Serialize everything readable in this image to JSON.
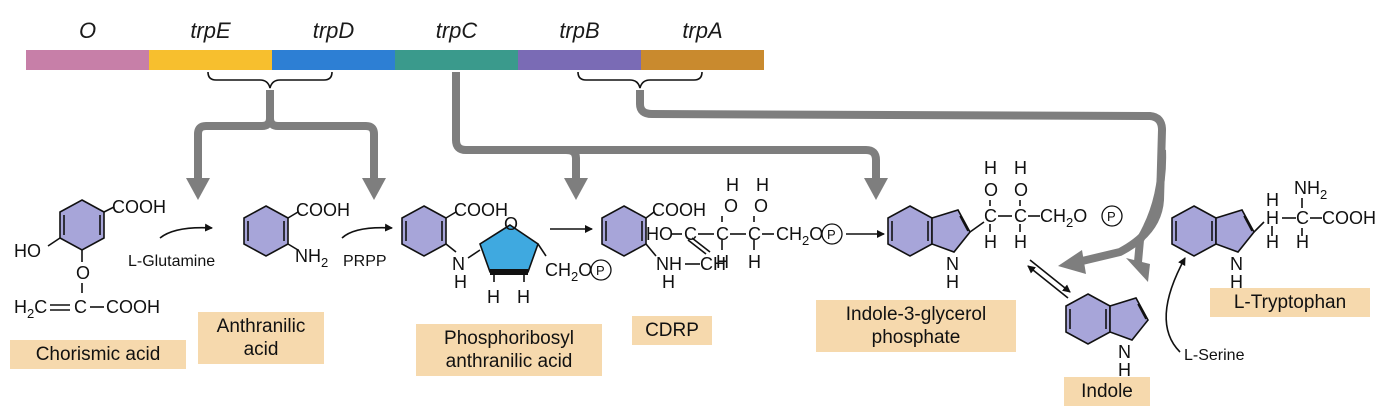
{
  "operon": {
    "genes": [
      {
        "label": "O",
        "color": "#c77fa8"
      },
      {
        "label": "trpE",
        "color": "#f7bf2e"
      },
      {
        "label": "trpD",
        "color": "#2d7fd4"
      },
      {
        "label": "trpC",
        "color": "#3a9a8c"
      },
      {
        "label": "trpB",
        "color": "#7a6bb5"
      },
      {
        "label": "trpA",
        "color": "#c98a2e"
      }
    ]
  },
  "compounds": {
    "chorismic_acid": "Chorismic acid",
    "anthranilic_acid_line1": "Anthranilic",
    "anthranilic_acid_line2": "acid",
    "phosphoribosyl_line1": "Phosphoribosyl",
    "phosphoribosyl_line2": "anthranilic acid",
    "cdrp": "CDRP",
    "indole_glycerol_line1": "Indole-3-glycerol",
    "indole_glycerol_line2": "phosphate",
    "indole": "Indole",
    "tryptophan": "L-Tryptophan"
  },
  "reagents": {
    "glutamine": "L-Glutamine",
    "prpp": "PRPP",
    "serine": "L-Serine"
  },
  "atoms": {
    "cooh": "COOH",
    "ho": "HO",
    "o": "O",
    "h2c": "H2C",
    "c": "C",
    "nh2": "NH2",
    "n": "N",
    "h": "H",
    "ch2o": "CH2O",
    "p": "P",
    "oh_o": "O",
    "nh": "NH",
    "ch": "CH",
    "ho_dash": "HO"
  },
  "colors": {
    "ring_fill": "#a7a5d9",
    "ribose_fill": "#3fa9e0",
    "name_box": "#f6d9ad",
    "flow_arrow": "#7e7e7e"
  }
}
